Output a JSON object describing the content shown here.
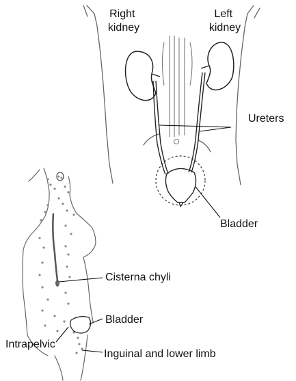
{
  "labels": {
    "right_kidney": [
      "Right",
      "kidney"
    ],
    "left_kidney": [
      "Left",
      "kidney"
    ],
    "ureters": "Ureters",
    "bladder_top": "Bladder",
    "cisterna_chyli": "Cisterna chyli",
    "bladder_bottom": "Bladder",
    "intrapelvic": "Intrapelvic",
    "inguinal": "Inguinal and  lower limb"
  },
  "colors": {
    "ink": "#111111",
    "outline": "#666666",
    "node": "#8a8a8a"
  }
}
